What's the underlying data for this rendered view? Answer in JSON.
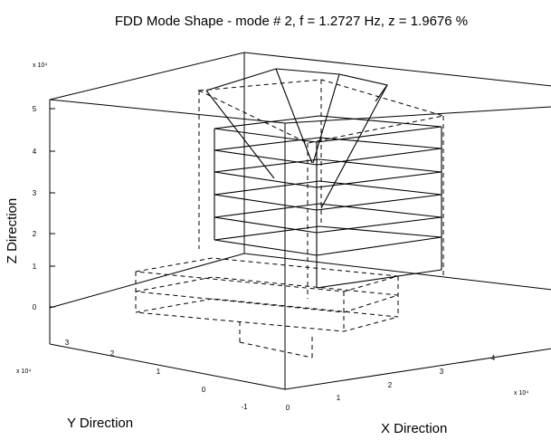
{
  "title": "FDD Mode Shape - mode # 2, f = 1.2727 Hz, z = 1.9676 %",
  "xlabel": "X Direction",
  "ylabel": "Y Direction",
  "zlabel": "Z Direction",
  "x_multiplier": "x 10⁴",
  "y_multiplier": "x 10⁴",
  "z_multiplier": "x 10⁴",
  "x_ticks": [
    "0",
    "1",
    "2",
    "3",
    "4"
  ],
  "y_ticks": [
    "-1",
    "0",
    "1",
    "2",
    "3"
  ],
  "z_ticks": [
    "0",
    "1",
    "2",
    "3",
    "4",
    "5"
  ],
  "colors": {
    "line": "#000000",
    "background": "#ffffff"
  }
}
